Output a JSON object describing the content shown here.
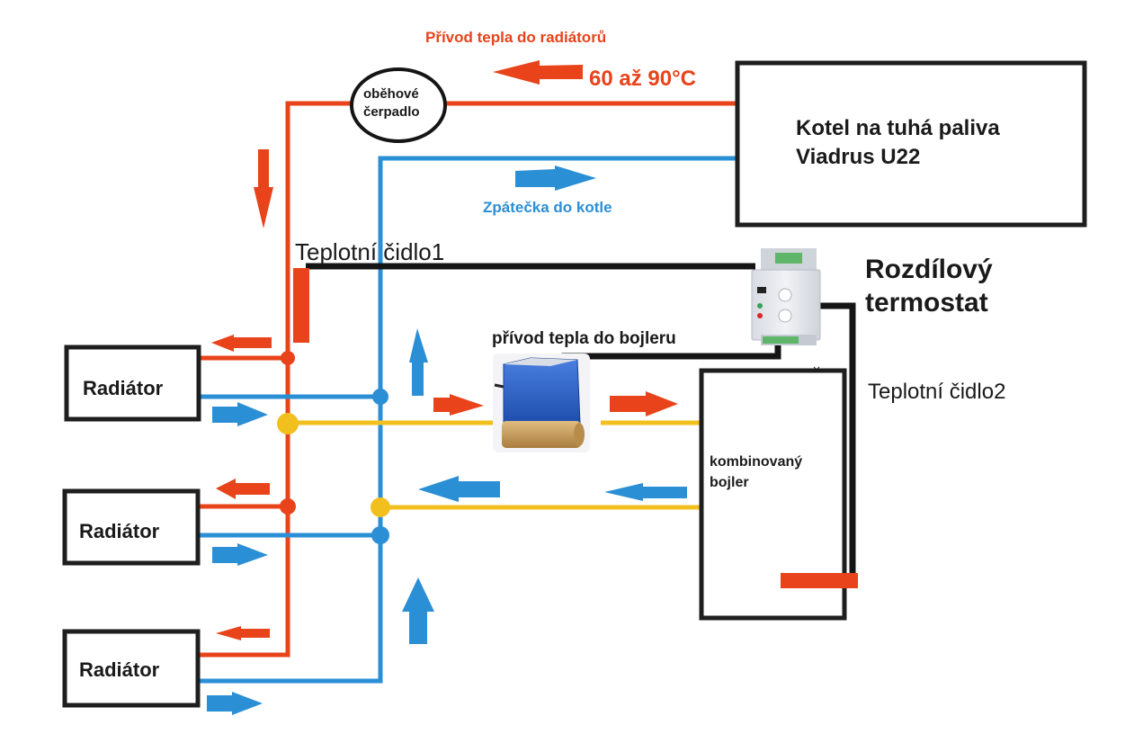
{
  "colors": {
    "hot": "#e8431a",
    "cold": "#2b8fd6",
    "boiler_loop": "#f2c01e",
    "wire": "#151515",
    "box_stroke": "#1e1e1e",
    "text": "#1a1a1a",
    "valve_blue": "#2a5fc4",
    "valve_brass": "#c9a060"
  },
  "labels": {
    "supply_title": "Přívod tepla do radiátorů",
    "supply_temp": "60 až 90°C",
    "return_title": "Zpátečka do kotle",
    "pump_line1": "oběhové",
    "pump_line2": "čerpadlo",
    "boiler_unit_line1": "Kotel na tuhá paliva",
    "boiler_unit_line2": "Viadrus U22",
    "sensor1": "Teplotní čidlo1",
    "sensor2": "Teplotní čidlo2",
    "thermostat_line1": "Rozdílový",
    "thermostat_line2": "termostat",
    "valve_title": "přívod tepla do bojleru",
    "tank_line1": "kombinovaný",
    "tank_line2": "bojler"
  },
  "radiators": [
    {
      "label": "Radiátor"
    },
    {
      "label": "Radiátor"
    },
    {
      "label": "Radiátor"
    }
  ]
}
